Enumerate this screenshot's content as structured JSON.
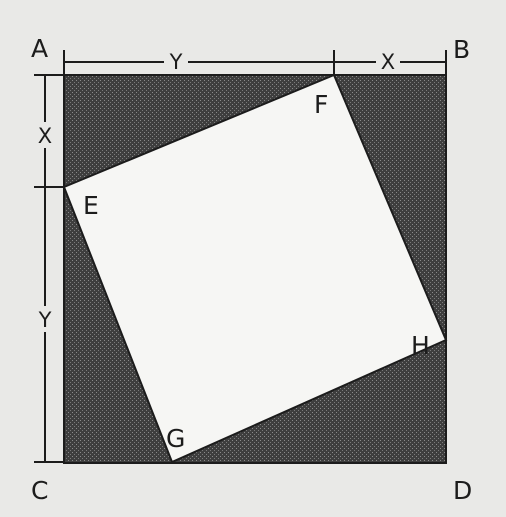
{
  "diagram": {
    "points": {
      "A": "A",
      "B": "B",
      "C": "C",
      "D": "D",
      "E": "E",
      "F": "F",
      "G": "G",
      "H": "H"
    },
    "dimensions": {
      "top_left": "Y",
      "top_right": "X",
      "left_top": "X",
      "left_bottom": "Y"
    },
    "colors": {
      "background": "#e9e9e7",
      "shaded": "#3e3e3e",
      "inner_square": "#f6f6f4",
      "ink": "#1c1c1c"
    }
  }
}
